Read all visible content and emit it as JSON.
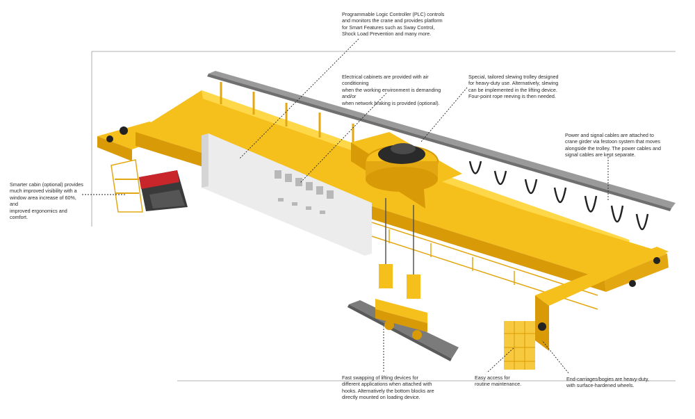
{
  "annotations": {
    "plc": "Programmable Logic Controller (PLC) controls\nand monitors the crane and provides platform\nfor Smart Features such as Sway Control,\nShock Load Prevention and many more.",
    "electrical": "Electrical cabinets are provided with air conditioning\nwhen the working environment is demanding and/or\nwhen network braking is provided (optional).",
    "trolley": "Special, tailored slewing trolley designed\nfor heavy-duty use. Alternatively, slewing\ncan be implemented in the lifting device.\nFour-point rope reeving is then needed.",
    "power_cables": "Power and signal cables are attached to\ncrane girder via festoon system that moves\nalongside the trolley. The power cables and\nsignal cables are kept separate.",
    "cabin": "Smarter cabin (optional) provides\nmuch improved visibility with a\nwindow area increase of 60%, and\nimproved ergonomics and comfort.",
    "lifting_devices": "Fast swapping of lifting devices for\ndifferent applications when attached with\nhooks. Alternatively the bottom blocks are\ndirectly mounted on loading device.",
    "access": "Easy access for\nroutine maintenance.",
    "end_carriages": "End-carriages/bogies are heavy-duty,\nwith surface-hardened wheels."
  },
  "colors": {
    "crane_yellow": "#f5bf1c",
    "crane_shadow": "#d99a08",
    "crane_highlight": "#ffd84a",
    "cabinet_white": "#ececec",
    "cabin_red": "#c8262b",
    "rail_grey": "#8a8a8a",
    "leader_line": "#222222",
    "frame_line": "#9a9a9a"
  }
}
